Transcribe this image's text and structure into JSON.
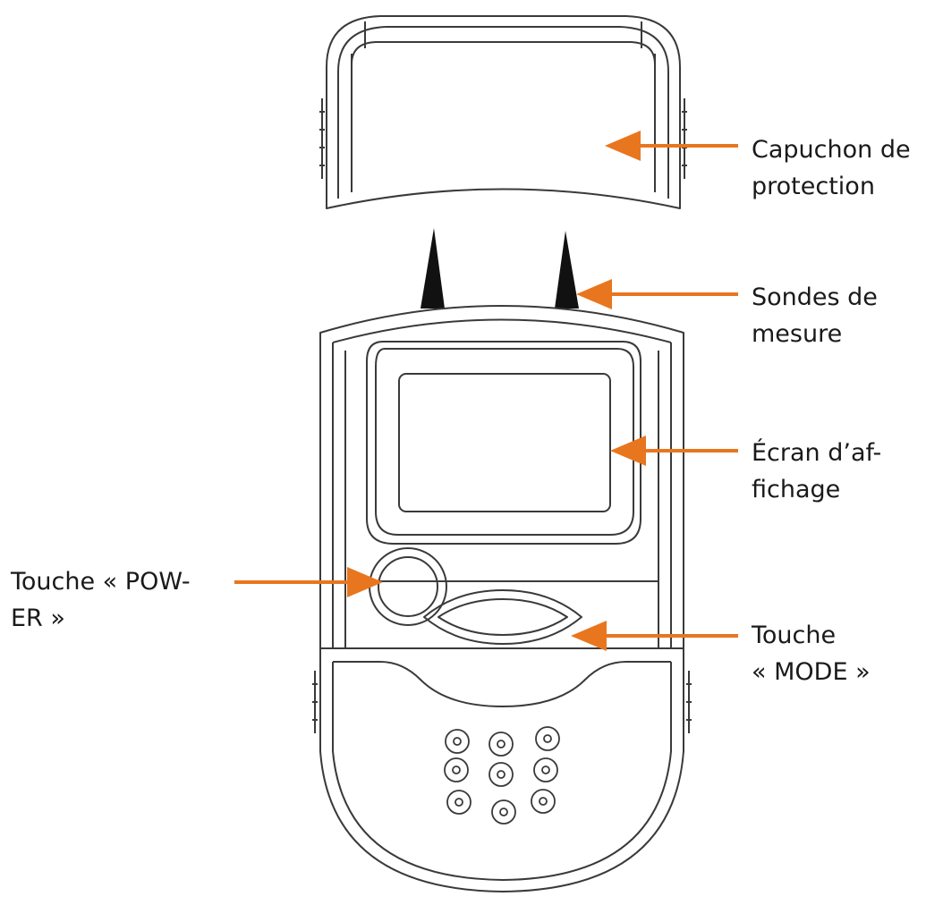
{
  "colors": {
    "arrow": "#e8761f",
    "outline": "#3a3a3a",
    "probe": "#111111",
    "text": "#1a1a1a"
  },
  "labels": {
    "capuchon": {
      "line1": "Capuchon de",
      "line2": "protection"
    },
    "sondes": {
      "line1": "Sondes de",
      "line2": "mesure"
    },
    "ecran": {
      "line1": "Écran d’af-",
      "line2": "fichage"
    },
    "power": {
      "line1": "Touche « POW-",
      "line2": "ER »"
    },
    "mode": {
      "line1": "Touche",
      "line2": "« MODE »"
    }
  }
}
